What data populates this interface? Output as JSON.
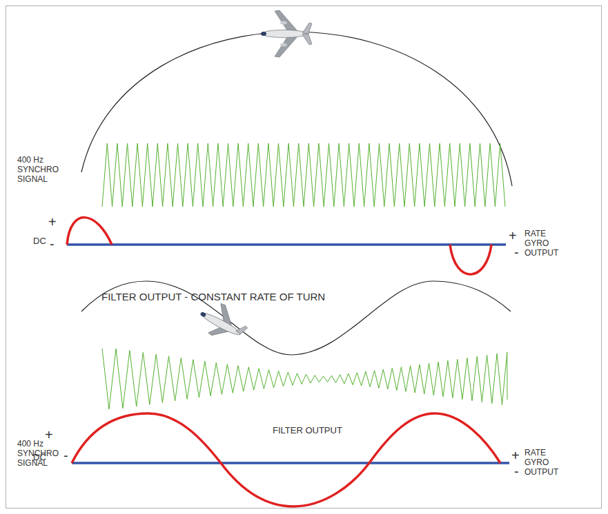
{
  "diagram": {
    "labels": [
      "400 Hz SYNCHRO SIGNAL",
      "+",
      "DC",
      "-",
      "+",
      "RATE GYRO OUTPUT",
      "-",
      "FILTER OUTPUT - CONSTANT RATE OF TURN",
      "400 Hz SYNCHRO SIGNAL",
      "FILTER OUTPUT",
      "+",
      "DC",
      "-",
      "+",
      "RATE GYRO OUTPUT",
      "-"
    ]
  }
}
